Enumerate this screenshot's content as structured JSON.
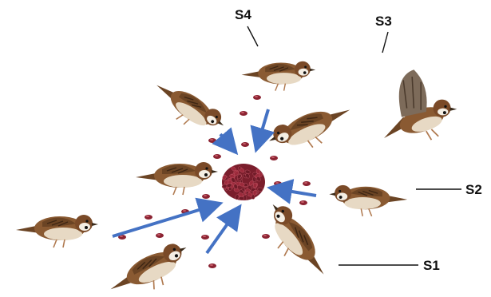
{
  "labels": {
    "s1": "S1",
    "s2": "S2",
    "s3": "S3",
    "s4": "S4"
  },
  "colors": {
    "arrow": "#4472C4",
    "seed": "#8B2332",
    "bird_body": "#8a5a32",
    "bird_wing": "#6b4424",
    "bird_belly": "#e7d9c4",
    "bird_head": "#7a4a28",
    "cheek": "#f4eee4",
    "line": "#111111"
  },
  "icons": {
    "bird": "sparrow-icon",
    "seed": "seed-icon",
    "arrow": "arrow-icon"
  }
}
